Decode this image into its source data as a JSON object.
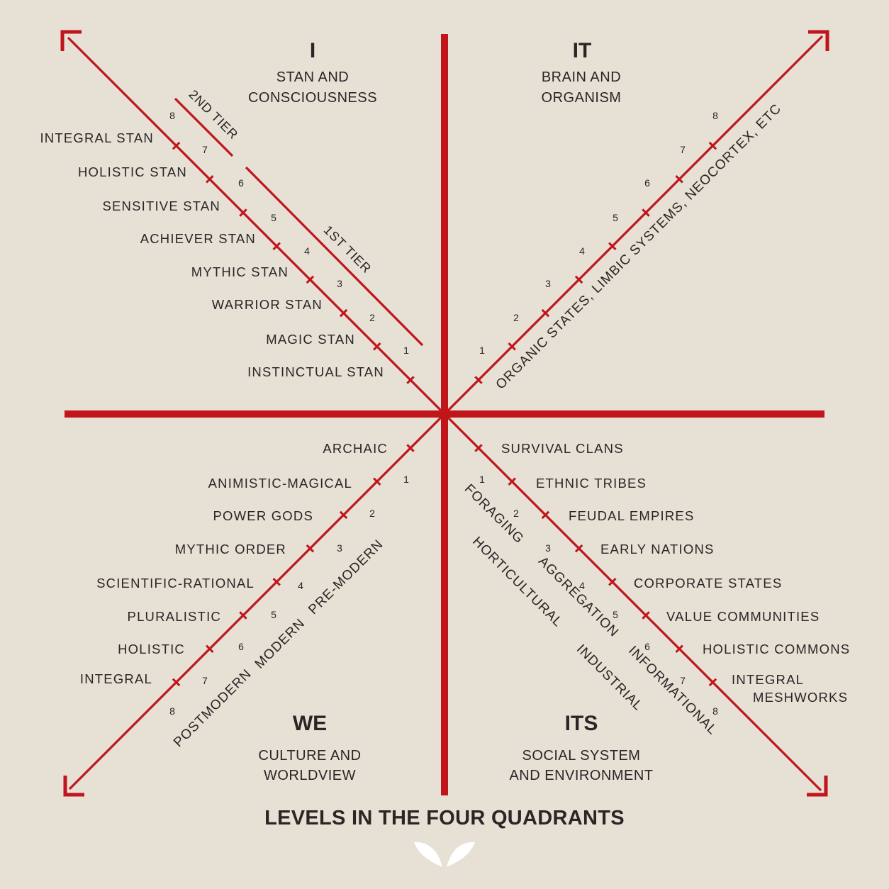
{
  "quadrants": {
    "upper_left": {
      "title": "I",
      "subtitle": [
        "STAN AND",
        "CONSCIOUSNESS"
      ]
    },
    "upper_right": {
      "title": "IT",
      "subtitle": [
        "BRAIN AND",
        "ORGANISM"
      ]
    },
    "lower_left": {
      "title": "WE",
      "subtitle": [
        "CULTURE AND",
        "WORLDVIEW"
      ]
    },
    "lower_right": {
      "title": "ITS",
      "subtitle": [
        "SOCIAL SYSTEM",
        "AND ENVIRONMENT"
      ]
    }
  },
  "level_numbers": [
    "1",
    "2",
    "3",
    "4",
    "5",
    "6",
    "7",
    "8"
  ],
  "upper_left_levels": [
    "INSTINCTUAL STAN",
    "MAGIC STAN",
    "WARRIOR STAN",
    "MYTHIC STAN",
    "ACHIEVER STAN",
    "SENSITIVE STAN",
    "HOLISTIC STAN",
    "INTEGRAL STAN"
  ],
  "tiers": {
    "second": "2ND TIER",
    "first": "1ST TIER"
  },
  "upper_right_axis_label": "ORGANIC STATES, LIMBIC SYSTEMS, NEOCORTEX, ETC",
  "lower_left_levels": [
    "ARCHAIC",
    "ANIMISTIC-MAGICAL",
    "POWER GODS",
    "MYTHIC ORDER",
    "SCIENTIFIC-RATIONAL",
    "PLURALISTIC",
    "HOLISTIC",
    "INTEGRAL"
  ],
  "lower_left_eras": [
    "PRE-MODERN",
    "MODERN",
    "POSTMODERN"
  ],
  "lower_right_levels": [
    "SURVIVAL CLANS",
    "ETHNIC TRIBES",
    "FEUDAL EMPIRES",
    "EARLY NATIONS",
    "CORPORATE STATES",
    "VALUE COMMUNITIES",
    "HOLISTIC COMMONS",
    [
      "INTEGRAL",
      "MESHWORKS"
    ]
  ],
  "lower_right_eras": [
    "FORAGING",
    "HORTICULTURAL",
    "AGGREGATION",
    "INDUSTRIAL",
    "INFORMATIONAL"
  ],
  "caption": "LEVELS IN THE FOUR QUADRANTS",
  "logo_name": "leaf-logo-icon",
  "colors": {
    "axis": "#c0151b",
    "background": "#e6e0d5",
    "text": "#2a2626",
    "logo": "#ffffff"
  }
}
